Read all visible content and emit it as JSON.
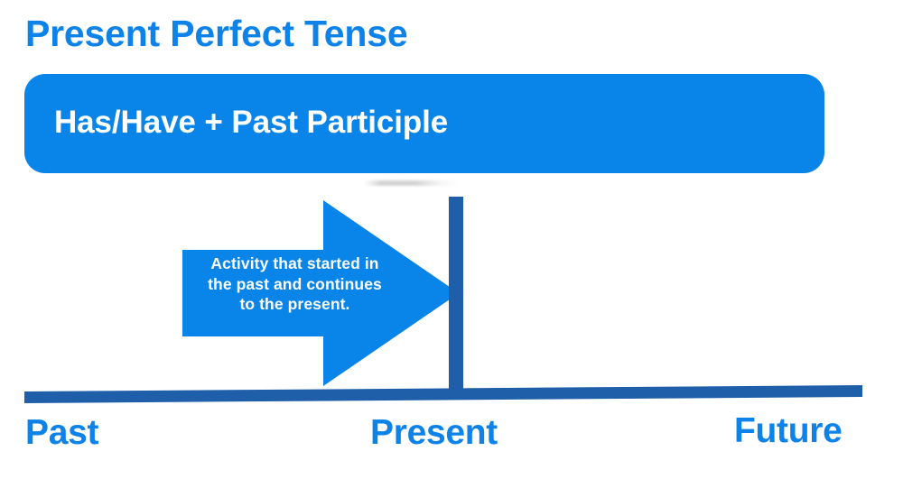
{
  "slide": {
    "title": "Present Perfect Tense",
    "background_color": "#FFFFFF",
    "accent_blue": "#0984E8",
    "dark_blue": "#1F5FA9",
    "text_white": "#FFFFFF"
  },
  "formula": {
    "label": "Has/Have + Past Participle",
    "fill_color": "#0984E8",
    "text_color": "#FFFFFF"
  },
  "arrow": {
    "caption_lines": [
      "Activity that started in",
      "the past and continues",
      "to the present."
    ],
    "caption_full": "Activity that started in the past and continues to the present.",
    "fill_color": "#0984E8",
    "direction": "right"
  },
  "timeline": {
    "bar_color": "#1F5FA9",
    "marker_color": "#1F5FA9",
    "labels": [
      {
        "key": "past",
        "text": "Past"
      },
      {
        "key": "present",
        "text": "Present"
      },
      {
        "key": "future",
        "text": "Future"
      }
    ],
    "label_color": "#0D82E8"
  }
}
